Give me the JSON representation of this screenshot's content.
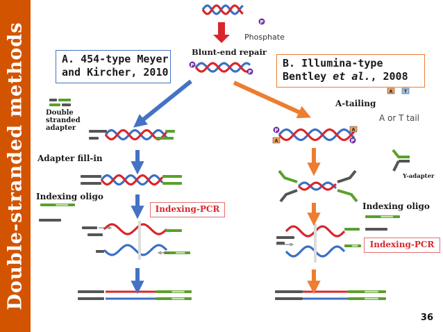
{
  "title": "Double-stranded methods",
  "labels": {
    "phosphate": "Phosphate",
    "blunt_end_repair": "Blunt-end repair",
    "double_stranded_adapter": [
      "Double",
      "stranded",
      "adapter"
    ],
    "adapter_fill_in": "Adapter fill-in",
    "indexing_oligo_left": "Indexing oligo",
    "indexing_pcr_left": "Indexing-PCR",
    "a_tailing": "A-tailing",
    "a_or_t_tail": "A or T tail",
    "y_adapter": "Y-adapter",
    "indexing_oligo_right": "Indexing oligo",
    "indexing_pcr_right": "Indexing-PCR"
  },
  "box_a": {
    "line1": "A. 454-type Meyer",
    "line2": "and Kircher, 2010"
  },
  "box_b": {
    "line1": "B. Illumina-type",
    "line2_main": "Bentley ",
    "line2_italic": "et al.",
    "line2_end": ", 2008"
  },
  "markers": {
    "phosphate_p": "P",
    "tail_a": "A",
    "tail_t": "T"
  },
  "page_number": "36",
  "colors": {
    "sidebar": "#d35400",
    "red_strand": "#d9262b",
    "blue_strand": "#3a6fc4",
    "green_adapter": "#5aa02c",
    "grey_adapter": "#555555",
    "arrow_blue": "#4472c4",
    "arrow_orange": "#ed7d31",
    "phosphate_purple": "#7030a0"
  }
}
